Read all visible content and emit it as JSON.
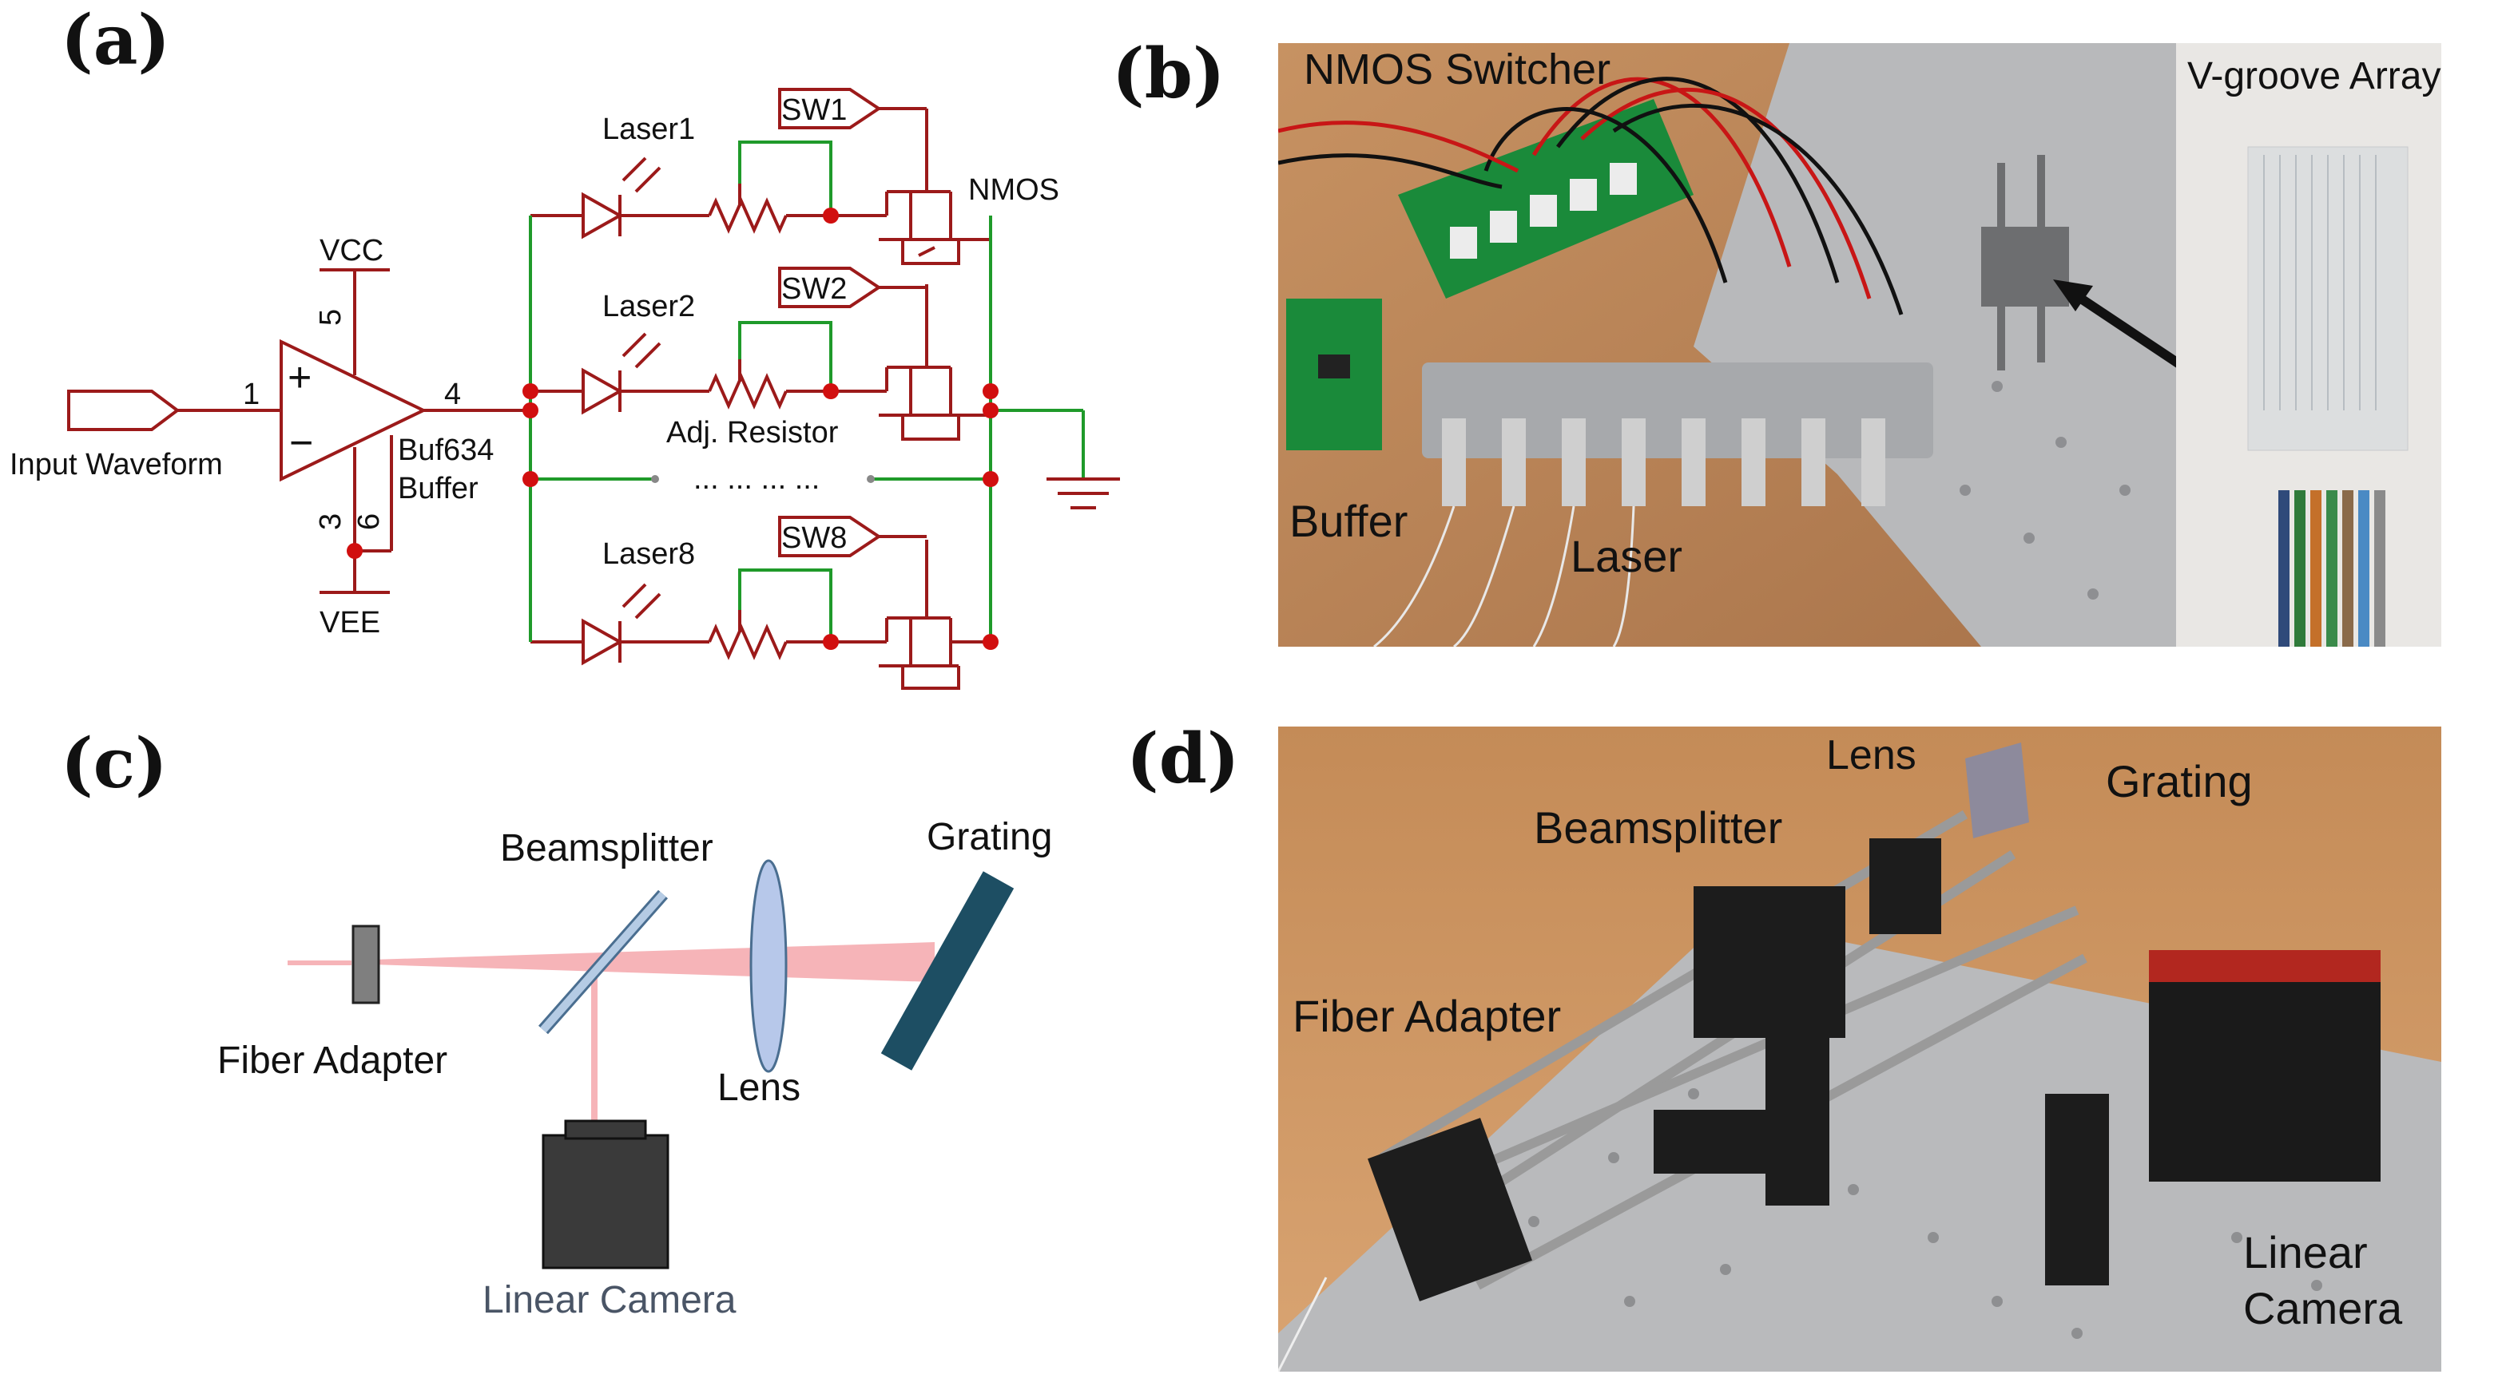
{
  "panels": {
    "a": {
      "letter": "(a)",
      "labels": {
        "input": "Input Waveform",
        "vcc": "VCC",
        "vee": "VEE",
        "pin1": "1",
        "pin3": "3",
        "pin4": "4",
        "pin5": "5",
        "pin6": "6",
        "plus": "+",
        "minus": "−",
        "buf_name": "Buf634",
        "buf_type": "Buffer",
        "laser1": "Laser1",
        "laser2": "Laser2",
        "laser8": "Laser8",
        "sw1": "SW1",
        "sw2": "SW2",
        "sw8": "SW8",
        "nmos": "NMOS",
        "resistor": "Adj. Resistor",
        "ellipsis": "... ... ... ..."
      },
      "colors": {
        "circuit": "#9c1a1a",
        "wire": "#1f9a2a",
        "node": "#d10f0f"
      }
    },
    "b": {
      "letter": "(b)",
      "labels": {
        "nmos_switcher": "NMOS Switcher",
        "buffer": "Buffer",
        "laser": "Laser",
        "vgroove": "V-groove Array"
      }
    },
    "c": {
      "letter": "(c)",
      "labels": {
        "fiber_adapter": "Fiber Adapter",
        "beamsplitter": "Beamsplitter",
        "lens": "Lens",
        "grating": "Grating",
        "camera": "Linear Camera"
      },
      "colors": {
        "beam": "#f6b4b8",
        "grating": "#1d4e63",
        "lens": "#b7c8ea",
        "camera": "#3a3a3a"
      }
    },
    "d": {
      "letter": "(d)",
      "labels": {
        "lens": "Lens",
        "grating": "Grating",
        "beamsplitter": "Beamsplitter",
        "fiber_adapter": "Fiber Adapter",
        "camera_line1": "Linear",
        "camera_line2": "Camera"
      }
    }
  }
}
